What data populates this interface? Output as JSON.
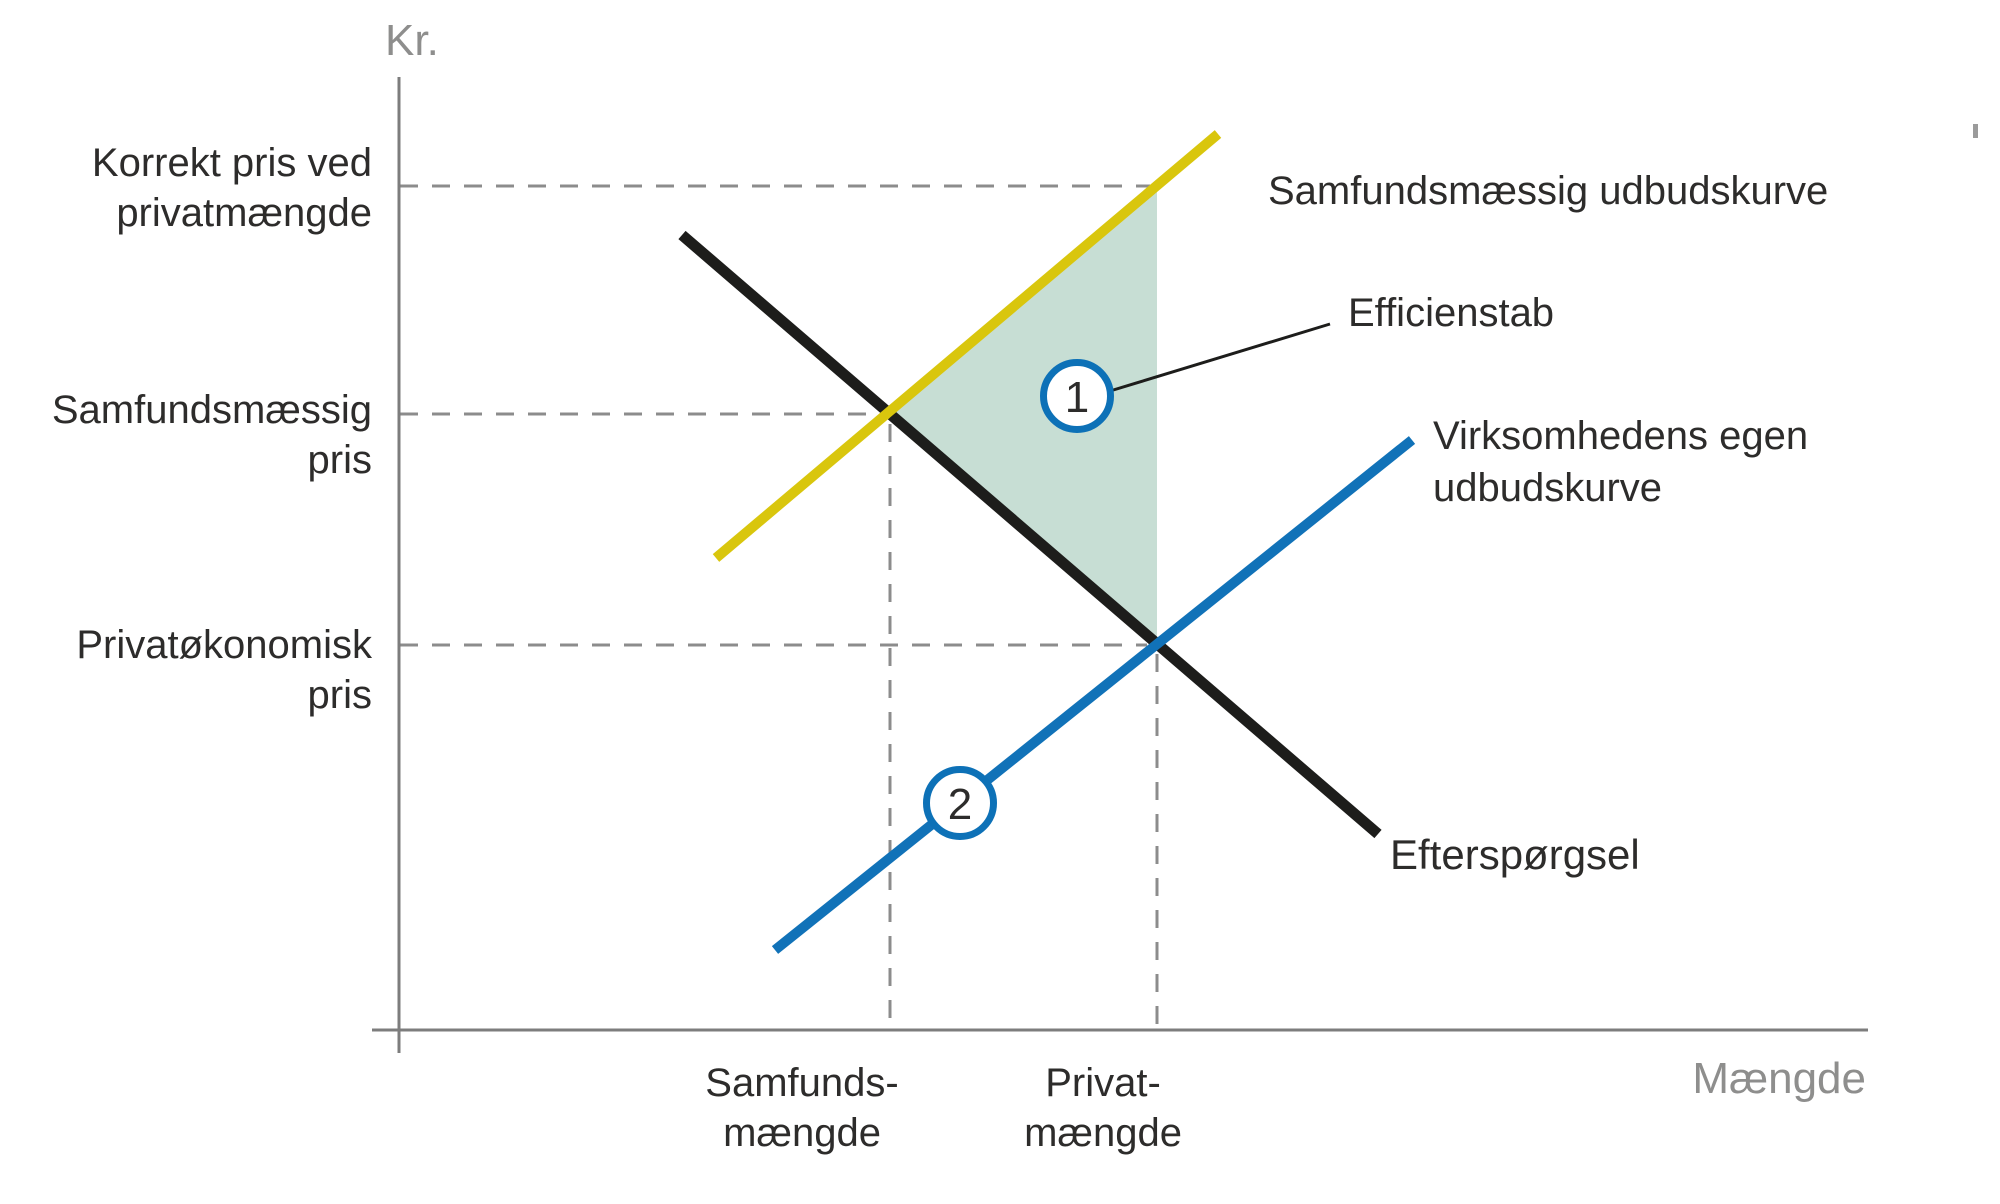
{
  "axis": {
    "y_title": "Kr.",
    "x_title": "Mængde"
  },
  "price_labels": {
    "correct": {
      "line1": "Korrekt pris ved",
      "line2": "privatmængde"
    },
    "social": {
      "line1": "Samfundsmæssig",
      "line2": "pris"
    },
    "private": {
      "line1": "Privatøkonomisk",
      "line2": "pris"
    }
  },
  "quantity_labels": {
    "social": {
      "line1": "Samfunds-",
      "line2": "mængde"
    },
    "private": {
      "line1": "Privat-",
      "line2": "mængde"
    }
  },
  "curves": {
    "social_supply_label": "Samfundsmæssig udbudskurve",
    "firm_supply_label": {
      "line1": "Virksomhedens egen",
      "line2": "udbudskurve"
    },
    "demand_label": "Efterspørgsel"
  },
  "annotations": {
    "efficiency_label": "Efficienstab",
    "marker1": "1",
    "marker2": "2"
  },
  "colors": {
    "demand_line": "#1d1d1b",
    "social_supply_line": "#d9c60d",
    "firm_supply_line": "#1172b8",
    "efficiency_area_fill": "#c7ded4",
    "marker_circle_stroke": "#0d71b7",
    "dashed_guide": "#8c8c8c",
    "axis": "#7d7d7d",
    "label_text": "#2d2c2b",
    "axis_title_text": "#8e8e8d"
  }
}
